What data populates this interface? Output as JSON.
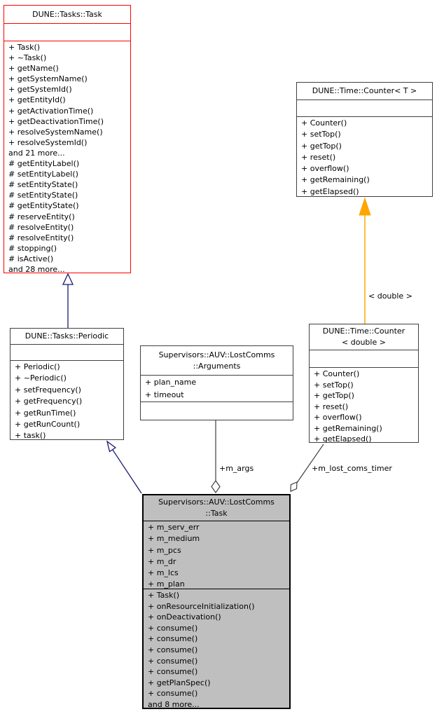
{
  "diagram": {
    "colors": {
      "inheritance": "#191970",
      "template": "#ffa500",
      "highlight_border": "#ff0000",
      "node_border": "#404040",
      "focus_fill": "#bfbfbf"
    },
    "nodes": {
      "task_base": {
        "title_lines": [
          "DUNE::Tasks::Task"
        ],
        "attributes": [],
        "methods": [
          "+ Task()",
          "+ ~Task()",
          "+ getName()",
          "+ getSystemName()",
          "+ getSystemId()",
          "+ getEntityId()",
          "+ getActivationTime()",
          "+ getDeactivationTime()",
          "+ resolveSystemName()",
          "+ resolveSystemId()",
          "and 21 more...",
          "# getEntityLabel()",
          "# setEntityLabel()",
          "# setEntityState()",
          "# setEntityState()",
          "# getEntityState()",
          "# reserveEntity()",
          "# resolveEntity()",
          "# resolveEntity()",
          "# stopping()",
          "# isActive()",
          "and 28 more..."
        ]
      },
      "counter_t": {
        "title_lines": [
          "DUNE::Time::Counter< T >"
        ],
        "attributes": [],
        "methods": [
          "+ Counter()",
          "+ setTop()",
          "+ getTop()",
          "+ reset()",
          "+ overflow()",
          "+ getRemaining()",
          "+ getElapsed()"
        ]
      },
      "periodic": {
        "title_lines": [
          "DUNE::Tasks::Periodic"
        ],
        "attributes": [],
        "methods": [
          "+ Periodic()",
          "+ ~Periodic()",
          "+ setFrequency()",
          "+ getFrequency()",
          "+ getRunTime()",
          "+ getRunCount()",
          "+ task()"
        ]
      },
      "arguments": {
        "title_lines": [
          "Supervisors::AUV::LostComms",
          "::Arguments"
        ],
        "attributes": [
          "+ plan_name",
          "+ timeout"
        ],
        "methods": []
      },
      "counter_double": {
        "title_lines": [
          "DUNE::Time::Counter",
          "< double >"
        ],
        "attributes": [],
        "methods": [
          "+ Counter()",
          "+ setTop()",
          "+ getTop()",
          "+ reset()",
          "+ overflow()",
          "+ getRemaining()",
          "+ getElapsed()"
        ]
      },
      "task_main": {
        "title_lines": [
          "Supervisors::AUV::LostComms",
          "::Task"
        ],
        "attributes": [
          "+ m_serv_err",
          "+ m_medium",
          "+ m_pcs",
          "+ m_dr",
          "+ m_lcs",
          "+ m_plan"
        ],
        "methods": [
          "+ Task()",
          "+ onResourceInitialization()",
          "+ onDeactivation()",
          "+ consume()",
          "+ consume()",
          "+ consume()",
          "+ consume()",
          "+ consume()",
          "+ getPlanSpec()",
          "+ consume()",
          "and 8 more..."
        ]
      }
    },
    "edges": {
      "template_instance_label": "< double >",
      "m_args_label": "+m_args",
      "m_lost_coms_timer_label": "+m_lost_coms_timer"
    }
  }
}
